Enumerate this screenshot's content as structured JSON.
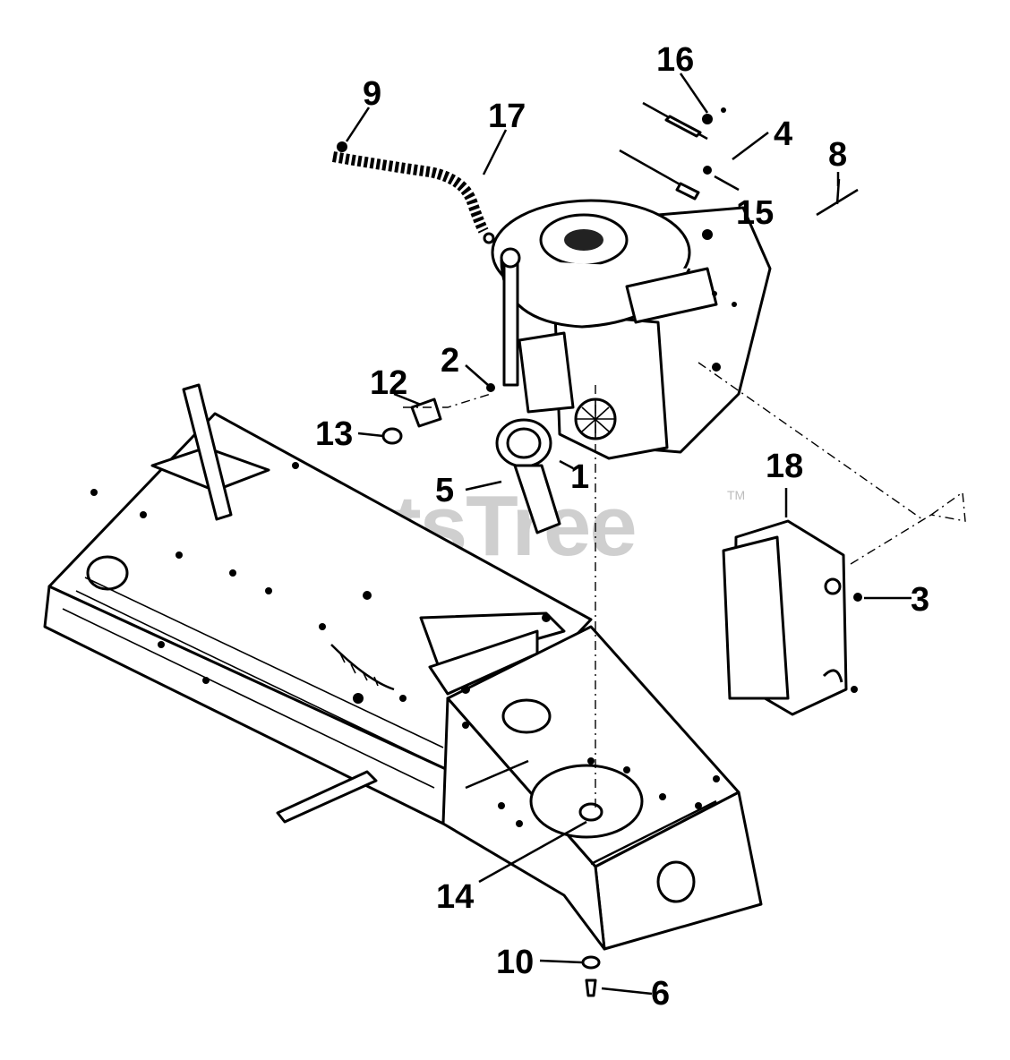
{
  "watermark": {
    "text": "PartsTree",
    "trademark": "TM"
  },
  "callouts": [
    {
      "id": "c1",
      "label": "1"
    },
    {
      "id": "c2",
      "label": "2"
    },
    {
      "id": "c3",
      "label": "3"
    },
    {
      "id": "c4",
      "label": "4"
    },
    {
      "id": "c5",
      "label": "5"
    },
    {
      "id": "c6",
      "label": "6"
    },
    {
      "id": "c8",
      "label": "8"
    },
    {
      "id": "c9",
      "label": "9"
    },
    {
      "id": "c10",
      "label": "10"
    },
    {
      "id": "c12",
      "label": "12"
    },
    {
      "id": "c13",
      "label": "13"
    },
    {
      "id": "c14",
      "label": "14"
    },
    {
      "id": "c15",
      "label": "15"
    },
    {
      "id": "c16",
      "label": "16"
    },
    {
      "id": "c17",
      "label": "17"
    },
    {
      "id": "c18",
      "label": "18"
    }
  ]
}
